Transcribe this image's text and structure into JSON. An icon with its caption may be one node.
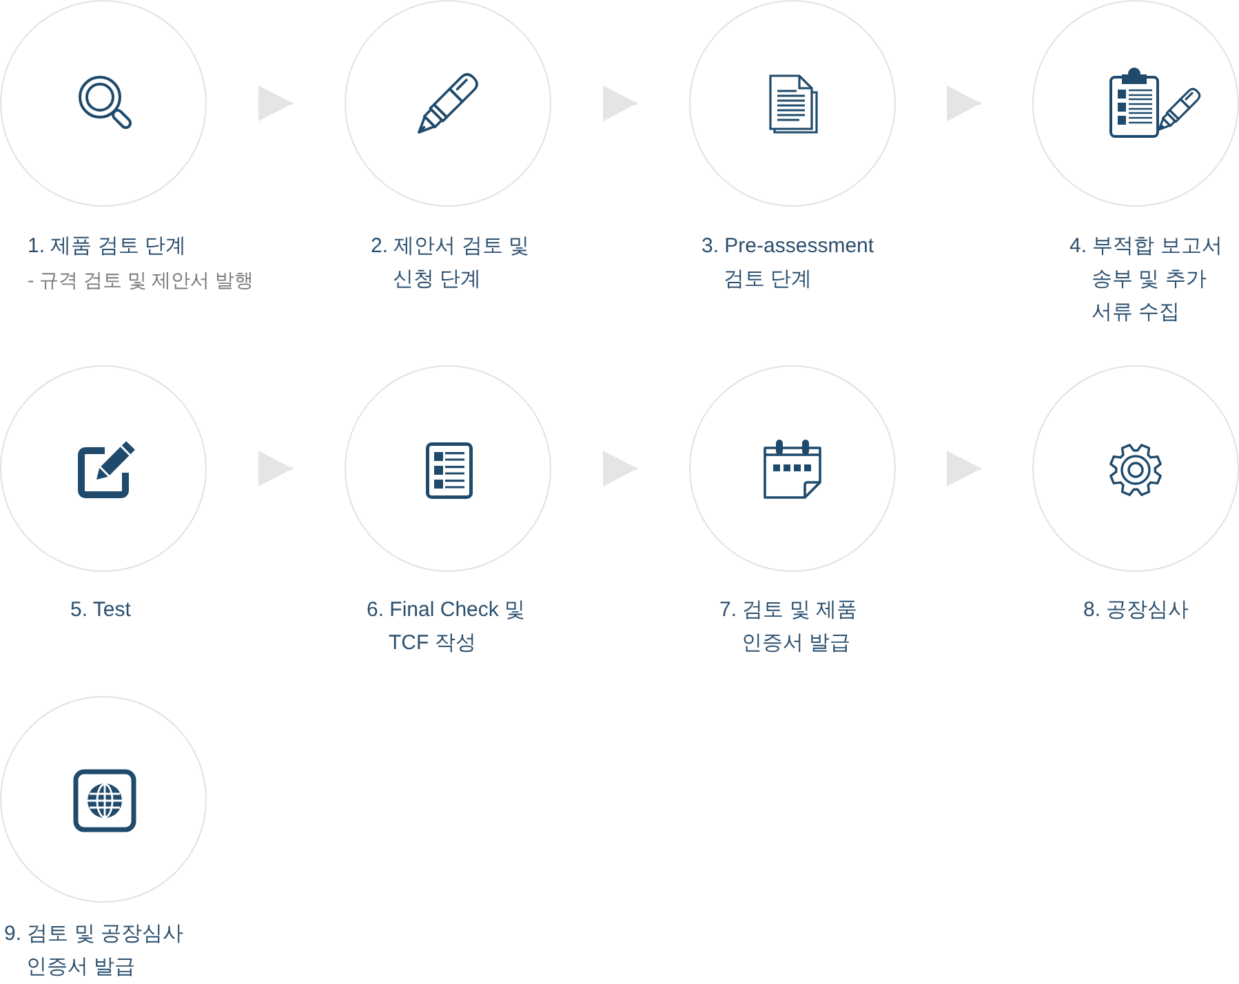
{
  "diagram": {
    "nodes": [
      {
        "text": [
          "1. 제품 검토 단계",
          "- 규격 검토 및 제안서 발행"
        ]
      },
      {
        "text": [
          "2. 제안서 검토 및 신청 단계"
        ]
      },
      {
        "text": [
          "3. Pre-assessment 검토 단계"
        ]
      },
      {
        "text": [
          "4. 부적합 보고서 송부 및 추가 서류 수집"
        ]
      },
      {
        "text": [
          "5. Test"
        ]
      },
      {
        "text": [
          "6. Final Check 및 TCF 작성"
        ]
      },
      {
        "text": [
          "7. 검토 및 제품 인증서 발급"
        ]
      },
      {
        "text": [
          "8. 공장심사"
        ]
      },
      {
        "text": [
          "9. 검토 및 공장심사 인증서 발급"
        ]
      }
    ],
    "edges": [
      {
        "from": 0,
        "to": 1,
        "arrow": "to"
      },
      {
        "from": 1,
        "to": 2,
        "arrow": "to"
      },
      {
        "from": 2,
        "to": 3,
        "arrow": "to"
      },
      {
        "from": 4,
        "to": 5,
        "arrow": "to"
      },
      {
        "from": 5,
        "to": 6,
        "arrow": "to"
      },
      {
        "from": 6,
        "to": 7,
        "arrow": "to"
      }
    ]
  }
}
